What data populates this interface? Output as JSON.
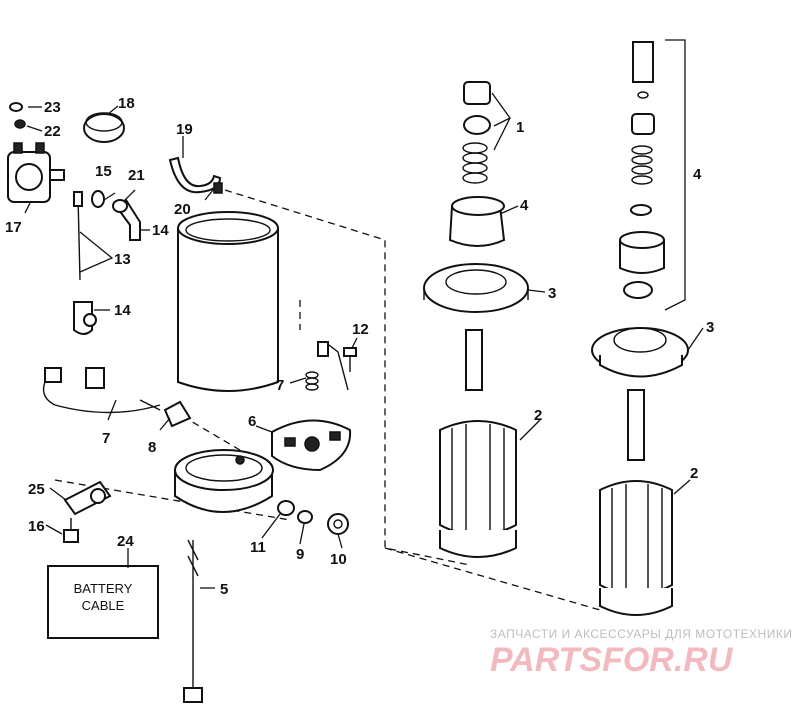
{
  "callouts": {
    "c1": "1",
    "c2a": "2",
    "c2b": "2",
    "c3a": "3",
    "c3b": "3",
    "c4a": "4",
    "c4b": "4",
    "c5": "5",
    "c6": "6",
    "c7a": "7",
    "c7b": "7",
    "c8": "8",
    "c9": "9",
    "c10": "10",
    "c11": "11",
    "c12": "12",
    "c13": "13",
    "c14a": "14",
    "c14b": "14",
    "c15": "15",
    "c16": "16",
    "c17": "17",
    "c18": "18",
    "c19": "19",
    "c20": "20",
    "c21": "21",
    "c22": "22",
    "c23": "23",
    "c24": "24",
    "c25": "25"
  },
  "battery_box": {
    "line1": "BATTERY",
    "line2": "CABLE"
  },
  "watermark": {
    "caption": "ЗАПЧАСТИ И АКСЕССУАРЫ ДЛЯ МОТОТЕХНИКИ",
    "brand": "PARTSFOR.RU"
  }
}
